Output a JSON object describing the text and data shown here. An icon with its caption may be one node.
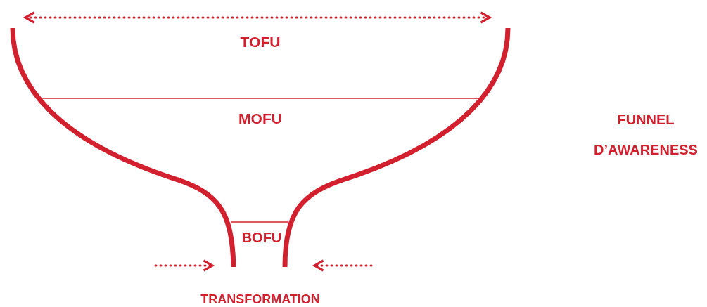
{
  "diagram": {
    "labels": [
      "TOFU",
      "MOFU",
      "FUNNEL D’AWARENESS",
      "BOFU",
      "TRANSFORMATION"
    ]
  }
}
